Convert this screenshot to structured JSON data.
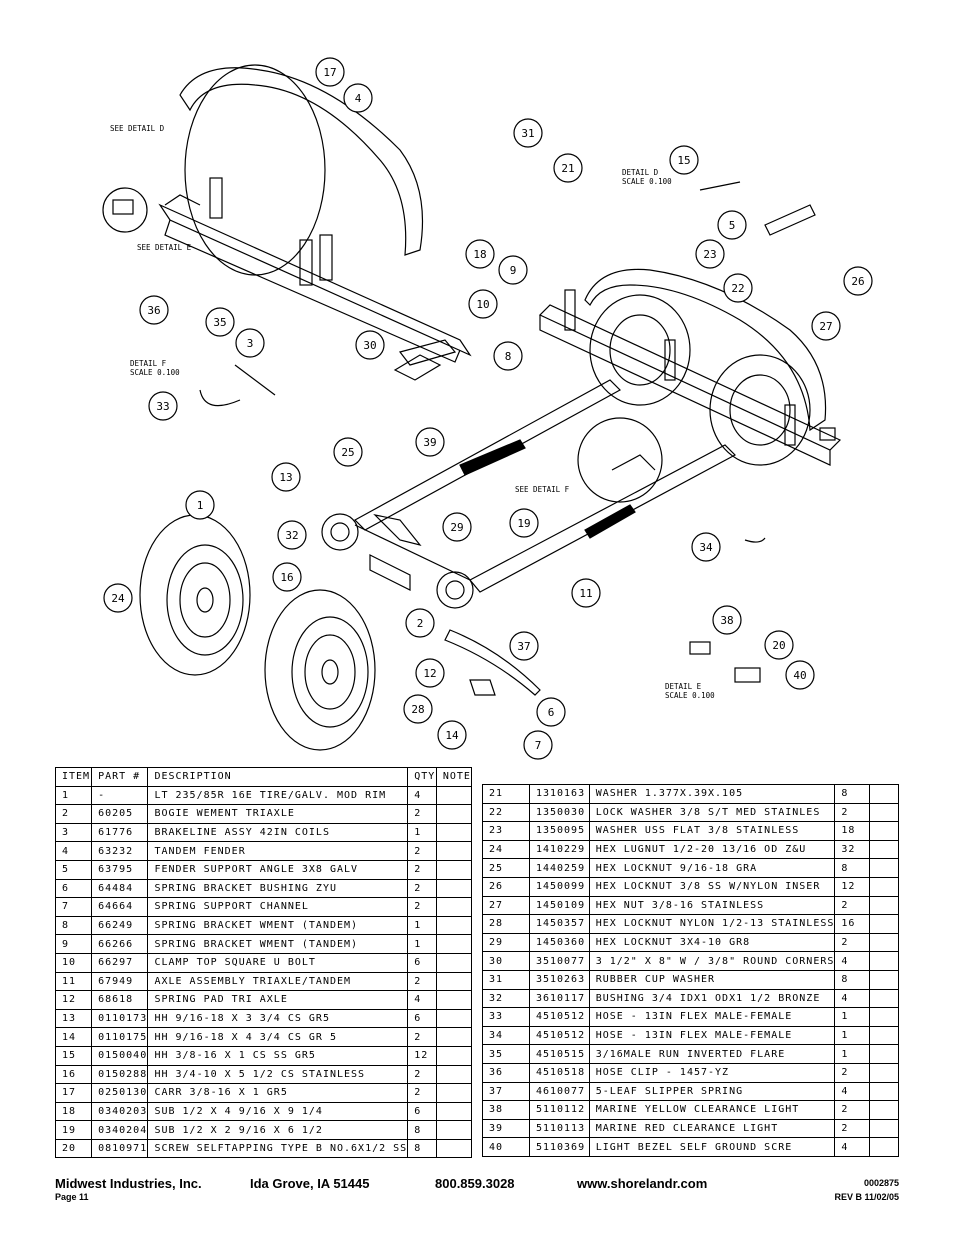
{
  "diagram": {
    "callouts": [
      "17",
      "4",
      "31",
      "21",
      "15",
      "5",
      "23",
      "22",
      "26",
      "27",
      "18",
      "10",
      "9",
      "8",
      "36",
      "35",
      "3",
      "30",
      "33",
      "39",
      "25",
      "13",
      "32",
      "29",
      "19",
      "1",
      "16",
      "34",
      "24",
      "11",
      "2",
      "38",
      "20",
      "37",
      "12",
      "40",
      "28",
      "6",
      "14",
      "7"
    ],
    "labels": {
      "see_detail_d": "SEE DETAIL  D",
      "see_detail_e": "SEE DETAIL  E",
      "see_detail_f": "SEE DETAIL  F",
      "detail_d": "DETAIL  D",
      "detail_e": "DETAIL  E",
      "detail_f": "DETAIL  F",
      "scale": "SCALE  0.100"
    }
  },
  "table": {
    "headers": [
      "ITEM",
      "PART #",
      "DESCRIPTION",
      "QTY",
      "NOTE"
    ],
    "rows_left": [
      [
        "1",
        "-",
        "LT 235/85R 16E TIRE/GALV. MOD RIM",
        "4",
        ""
      ],
      [
        "2",
        "60205",
        "BOGIE WEMENT  TRIAXLE",
        "2",
        ""
      ],
      [
        "3",
        "61776",
        "BRAKELINE ASSY  42IN COILS",
        "1",
        ""
      ],
      [
        "4",
        "63232",
        "TANDEM FENDER",
        "2",
        ""
      ],
      [
        "5",
        "63795",
        "FENDER SUPPORT ANGLE 3X8 GALV",
        "2",
        ""
      ],
      [
        "6",
        "64484",
        "SPRING BRACKET BUSHING  ZYU",
        "2",
        ""
      ],
      [
        "7",
        "64664",
        "SPRING SUPPORT CHANNEL",
        "2",
        ""
      ],
      [
        "8",
        "66249",
        "SPRING BRACKET WMENT (TANDEM)",
        "1",
        ""
      ],
      [
        "9",
        "66266",
        "SPRING BRACKET WMENT (TANDEM)",
        "1",
        ""
      ],
      [
        "10",
        "66297",
        "CLAMP TOP SQUARE U BOLT",
        "6",
        ""
      ],
      [
        "11",
        "67949",
        "AXLE ASSEMBLY TRIAXLE/TANDEM",
        "2",
        ""
      ],
      [
        "12",
        "68618",
        "SPRING PAD  TRI AXLE",
        "4",
        ""
      ],
      [
        "13",
        "0110173",
        "HH 9/16-18 X 3 3/4 CS GR5",
        "6",
        ""
      ],
      [
        "14",
        "0110175",
        "HH 9/16-18 X 4 3/4 CS GR 5",
        "2",
        ""
      ],
      [
        "15",
        "0150040",
        "HH 3/8-16 X 1 CS SS GR5",
        "12",
        ""
      ],
      [
        "16",
        "0150288",
        "HH 3/4-10 X 5 1/2 CS STAINLESS",
        "2",
        ""
      ],
      [
        "17",
        "0250130",
        "CARR 3/8-16 X 1 GR5",
        "2",
        ""
      ],
      [
        "18",
        "0340203",
        "SUB 1/2 X 4 9/16 X 9 1/4",
        "6",
        ""
      ],
      [
        "19",
        "0340204",
        "SUB 1/2 X 2 9/16 X 6 1/2",
        "8",
        ""
      ],
      [
        "20",
        "0810971",
        "SCREW SELFTAPPING TYPE B NO.6X1/2 SS",
        "8",
        ""
      ]
    ],
    "rows_right": [
      [
        "21",
        "1310163",
        "WASHER 1.377X.39X.105",
        "8",
        ""
      ],
      [
        "22",
        "1350030",
        "LOCK WASHER 3/8 S/T MED STAINLES",
        "2",
        ""
      ],
      [
        "23",
        "1350095",
        "WASHER USS FLAT 3/8 STAINLESS",
        "18",
        ""
      ],
      [
        "24",
        "1410229",
        "HEX LUGNUT 1/2-20 13/16 OD Z&U",
        "32",
        ""
      ],
      [
        "25",
        "1440259",
        "HEX LOCKNUT 9/16-18 GRA",
        "8",
        ""
      ],
      [
        "26",
        "1450099",
        "HEX LOCKNUT 3/8 SS W/NYLON INSER",
        "12",
        ""
      ],
      [
        "27",
        "1450109",
        "HEX NUT 3/8-16 STAINLESS",
        "2",
        ""
      ],
      [
        "28",
        "1450357",
        "HEX LOCKNUT NYLON 1/2-13 STAINLESS",
        "16",
        ""
      ],
      [
        "29",
        "1450360",
        "HEX LOCKNUT 3X4-10 GR8",
        "2",
        ""
      ],
      [
        "30",
        "3510077",
        "3 1/2\" X 8\" W / 3/8\" ROUND CORNERS",
        "4",
        ""
      ],
      [
        "31",
        "3510263",
        "RUBBER CUP WASHER",
        "8",
        ""
      ],
      [
        "32",
        "3610117",
        "BUSHING  3/4 IDX1 ODX1 1/2 BRONZE",
        "4",
        ""
      ],
      [
        "33",
        "4510512",
        "HOSE - 13IN FLEX MALE-FEMALE",
        "1",
        ""
      ],
      [
        "34",
        "4510512",
        "HOSE - 13IN FLEX MALE-FEMALE",
        "1",
        ""
      ],
      [
        "35",
        "4510515",
        "3/16MALE RUN INVERTED FLARE",
        "1",
        ""
      ],
      [
        "36",
        "4510518",
        "HOSE CLIP - 1457-YZ",
        "2",
        ""
      ],
      [
        "37",
        "4610077",
        "5-LEAF SLIPPER SPRING",
        "4",
        ""
      ],
      [
        "38",
        "5110112",
        "MARINE YELLOW CLEARANCE LIGHT",
        "2",
        ""
      ],
      [
        "39",
        "5110113",
        "MARINE RED CLEARANCE LIGHT",
        "2",
        ""
      ],
      [
        "40",
        "5110369",
        "LIGHT BEZEL  SELF GROUND  SCRE",
        "4",
        ""
      ]
    ]
  },
  "footer": {
    "company": "Midwest Industries, Inc.",
    "city": "Ida Grove, IA  51445",
    "phone": "800.859.3028",
    "website": "www.shorelandr.com",
    "page": "Page 11",
    "doc_number": "0002875",
    "revision": "REV  B  11/02/05"
  }
}
